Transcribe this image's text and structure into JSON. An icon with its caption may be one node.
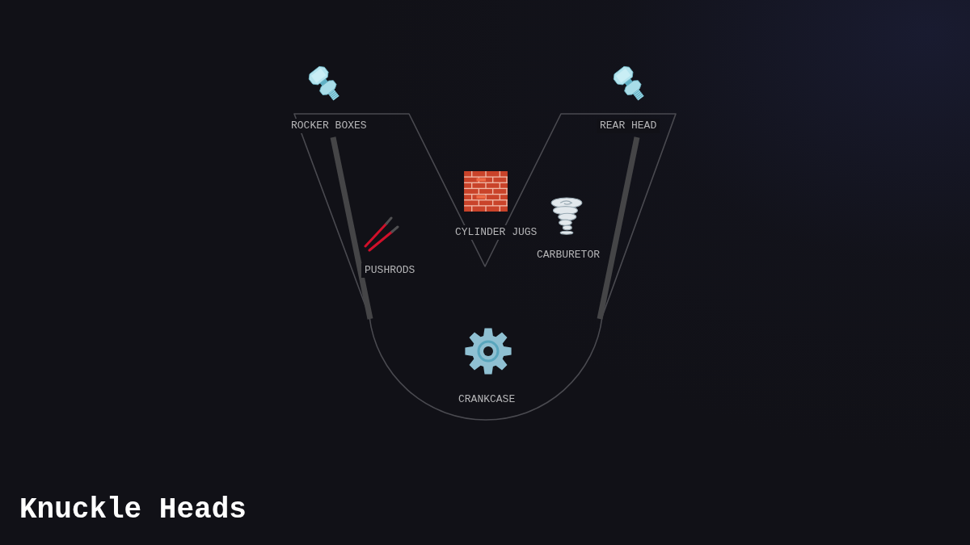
{
  "diagram": {
    "title": "Knuckle Heads",
    "labels": [
      "ROCKER BOXES",
      "REAR HEAD",
      "CYLINDER JUGS",
      "CARBURETOR",
      "PUSHRODS",
      "CRANKCASE"
    ]
  }
}
